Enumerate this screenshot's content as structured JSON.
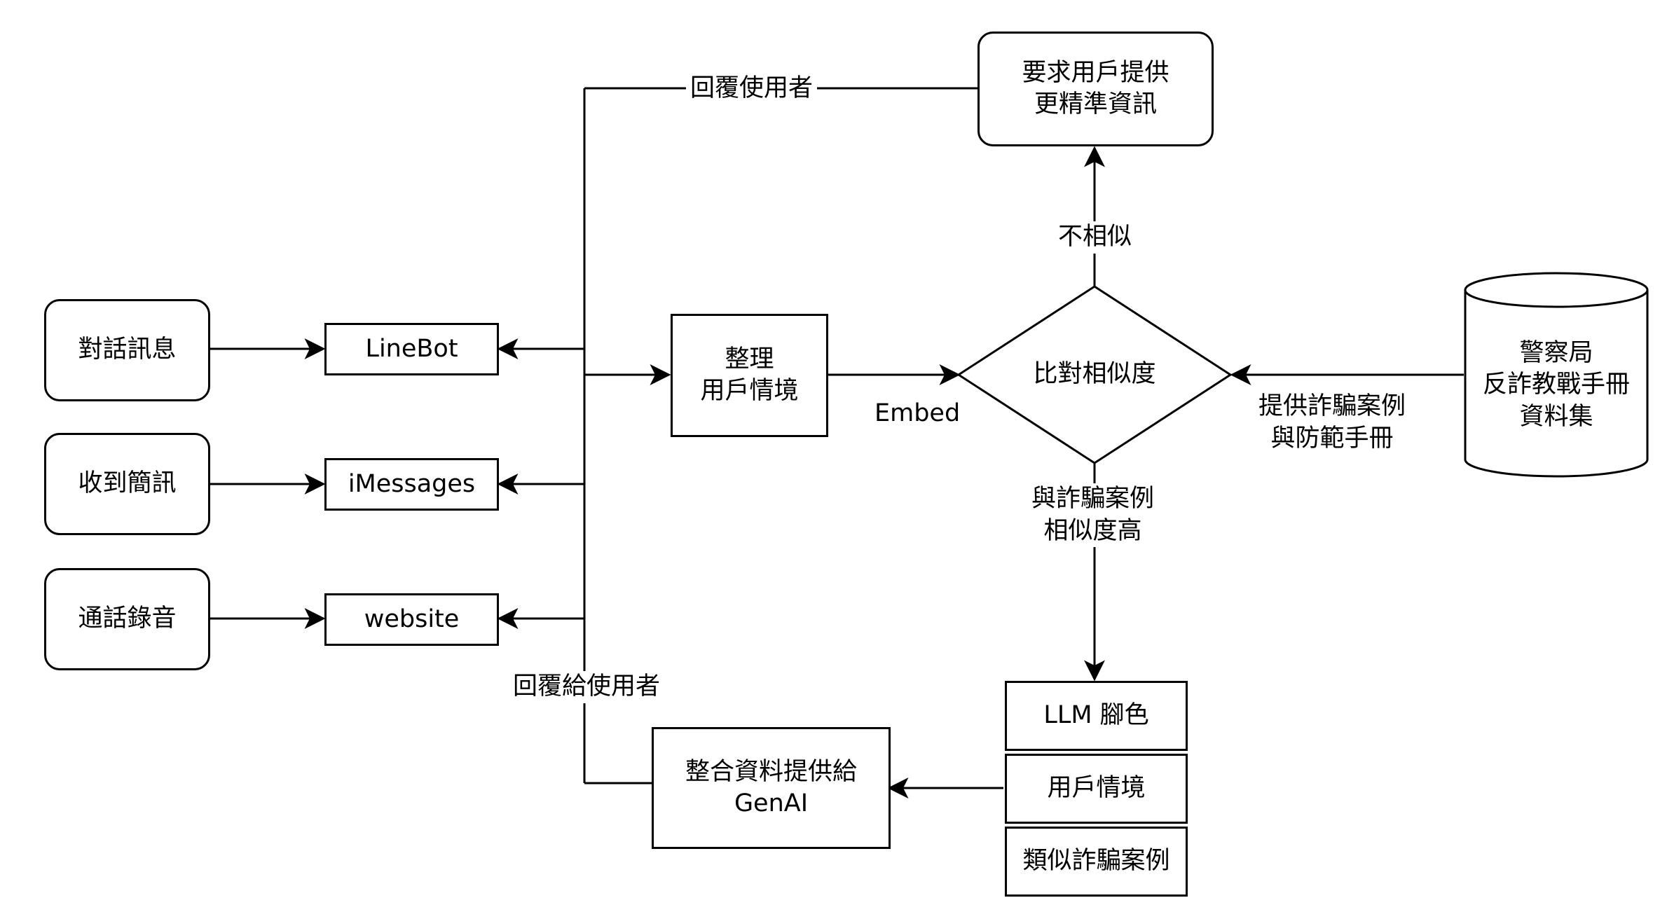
{
  "nodes": {
    "dialog_message": "對話訊息",
    "received_sms": "收到簡訊",
    "call_recording": "通話錄音",
    "linebot": "LineBot",
    "imessages": "iMessages",
    "website": "website",
    "organize_context": "整理\n用戶情境",
    "compare_similarity": "比對相似度",
    "request_more_info": "要求用戶提供\n更精準資訊",
    "police_dataset": "警察局\n反詐教戰手冊\n資料集",
    "llm_role": "LLM 腳色",
    "user_context": "用戶情境",
    "similar_fraud_cases": "類似詐騙案例",
    "integrate_genai": "整合資料提供給\nGenAI"
  },
  "edge_labels": {
    "reply_user": "回覆使用者",
    "not_similar": "不相似",
    "embed": "Embed",
    "provide_cases": "提供詐騙案例\n與防範手冊",
    "high_similarity": "與詐騙案例\n相似度高",
    "reply_to_user": "回覆給使用者"
  }
}
